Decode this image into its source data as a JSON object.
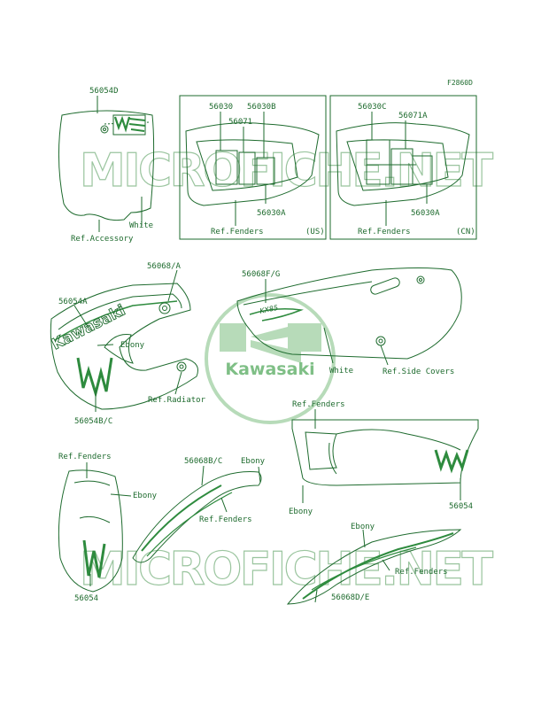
{
  "diagram_code": "F2860D",
  "watermark": "MICROFICHE.NET",
  "logo_text": "Kawasaki",
  "decal_texts": {
    "brand": "Kawasaki",
    "model": "KX85"
  },
  "colors": {
    "line": "#1e6b2e",
    "accent": "#2e8b3e",
    "watermark": "#9bc59f",
    "logo": "#7fbf86"
  },
  "labels": {
    "p56054D": "56054D",
    "white_plate": "White",
    "ref_accessory": "Ref.Accessory",
    "p56030": "56030",
    "p56030B": "56030B",
    "p56071": "56071",
    "p56030A_us": "56030A",
    "ref_fenders_us": "Ref.Fenders",
    "us": "(US)",
    "p56030C": "56030C",
    "p56071A": "56071A",
    "p56030A_cn": "56030A",
    "ref_fenders_cn": "Ref.Fenders",
    "cn": "(CN)",
    "p56068A": "56068/A",
    "p56054A": "56054A",
    "ebony_shroud": "Ebony",
    "ref_radiator": "Ref.Radiator",
    "p56054BC": "56054B/C",
    "p56068FG": "56068F/G",
    "white_side": "White",
    "ref_side_covers": "Ref.Side Covers",
    "ref_fenders_rear": "Ref.Fenders",
    "ebony_rear": "Ebony",
    "p56054_rear": "56054",
    "ref_fenders_front": "Ref.Fenders",
    "ebony_front": "Ebony",
    "p56054_front": "56054",
    "p56068BC": "56068B/C",
    "ebony_bc": "Ebony",
    "ref_fenders_bc": "Ref.Fenders",
    "ebony_de": "Ebony",
    "ref_fenders_de": "Ref.Fenders",
    "p56068DE": "56068D/E"
  }
}
